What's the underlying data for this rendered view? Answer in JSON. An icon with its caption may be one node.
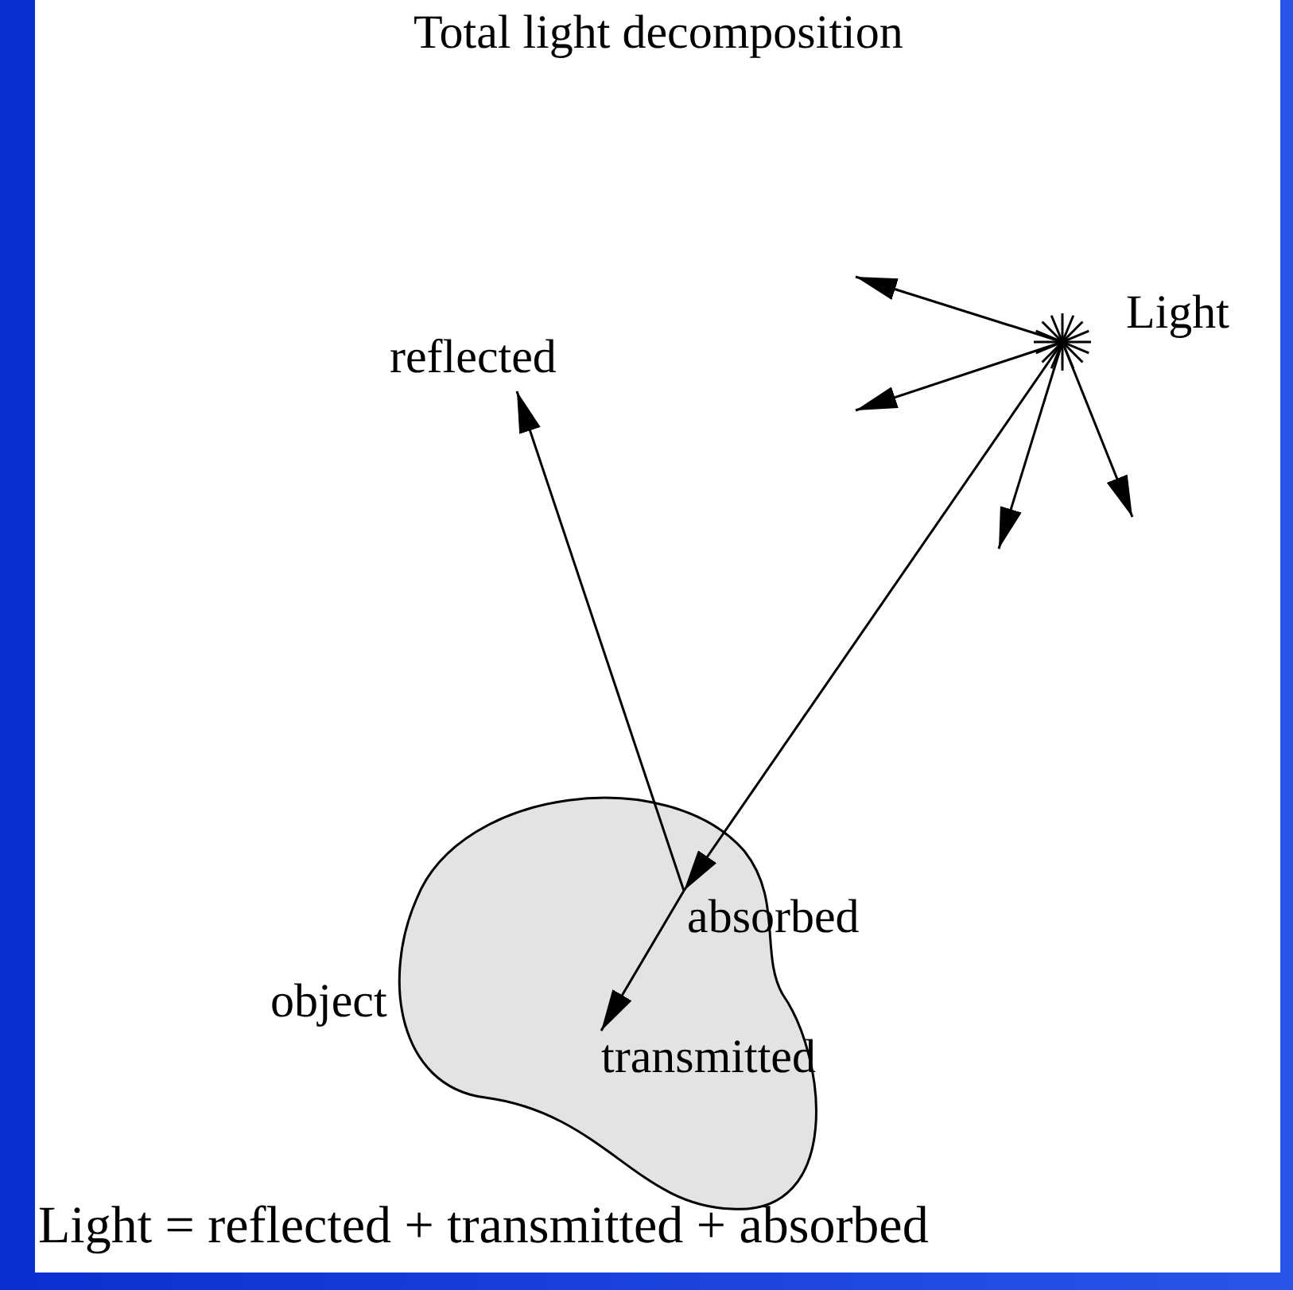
{
  "diagram": {
    "title": "Total light decomposition",
    "caption": "Light = reflected + transmitted + absorbed",
    "nodes": [
      {
        "text": [],
        "shape": "star",
        "beside": [
          "Light"
        ]
      },
      {
        "text": [],
        "shape": "blob",
        "beside": [
          "object"
        ]
      },
      {
        "text": [
          "reflected"
        ]
      },
      {
        "text": [
          "absorbed"
        ]
      },
      {
        "text": [
          "transmitted"
        ],
        "in": 1
      }
    ],
    "edges": [
      {
        "from": 0,
        "to": 3,
        "arrow": "to"
      },
      {
        "from": 3,
        "to": 2,
        "arrow": "to"
      },
      {
        "from": 3,
        "to": 4,
        "arrow": "to"
      },
      {
        "from": 0,
        "to": null,
        "arrow": "to"
      },
      {
        "from": 0,
        "to": null,
        "arrow": "to"
      },
      {
        "from": 0,
        "to": null,
        "arrow": "to"
      },
      {
        "from": 0,
        "to": null,
        "arrow": "to"
      }
    ]
  }
}
